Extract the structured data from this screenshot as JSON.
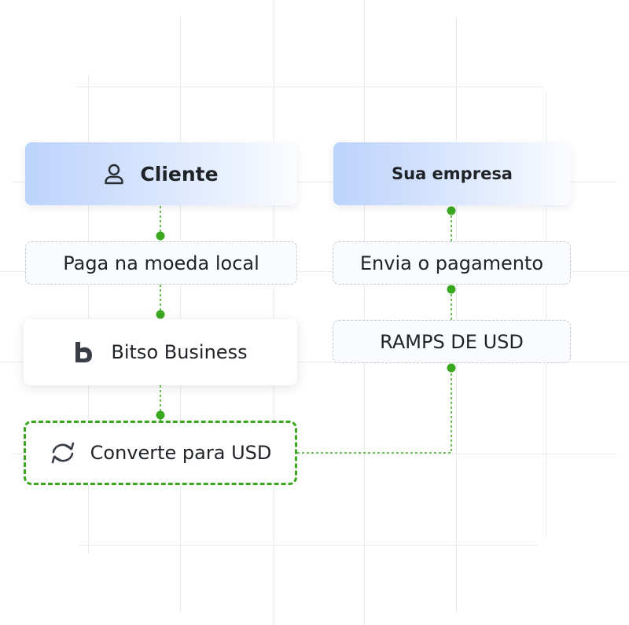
{
  "colors": {
    "accent_green": "#3aa81f",
    "header_blue": "#bcd3fb",
    "dashed_border": "#c4c8cf",
    "text": "#1f2226"
  },
  "left_column": {
    "header": {
      "label": "Cliente",
      "icon": "user-icon"
    },
    "step_pay": {
      "label": "Paga na moeda local"
    },
    "step_bitso": {
      "label": "Bitso Business",
      "icon": "bitso-logo-icon"
    },
    "step_convert": {
      "label": "Converte para USD",
      "icon": "refresh-icon"
    }
  },
  "right_column": {
    "header": {
      "label": "Sua empresa"
    },
    "step_send": {
      "label": "Envia o pagamento"
    },
    "step_ramps": {
      "label": "RAMPS DE USD"
    }
  }
}
